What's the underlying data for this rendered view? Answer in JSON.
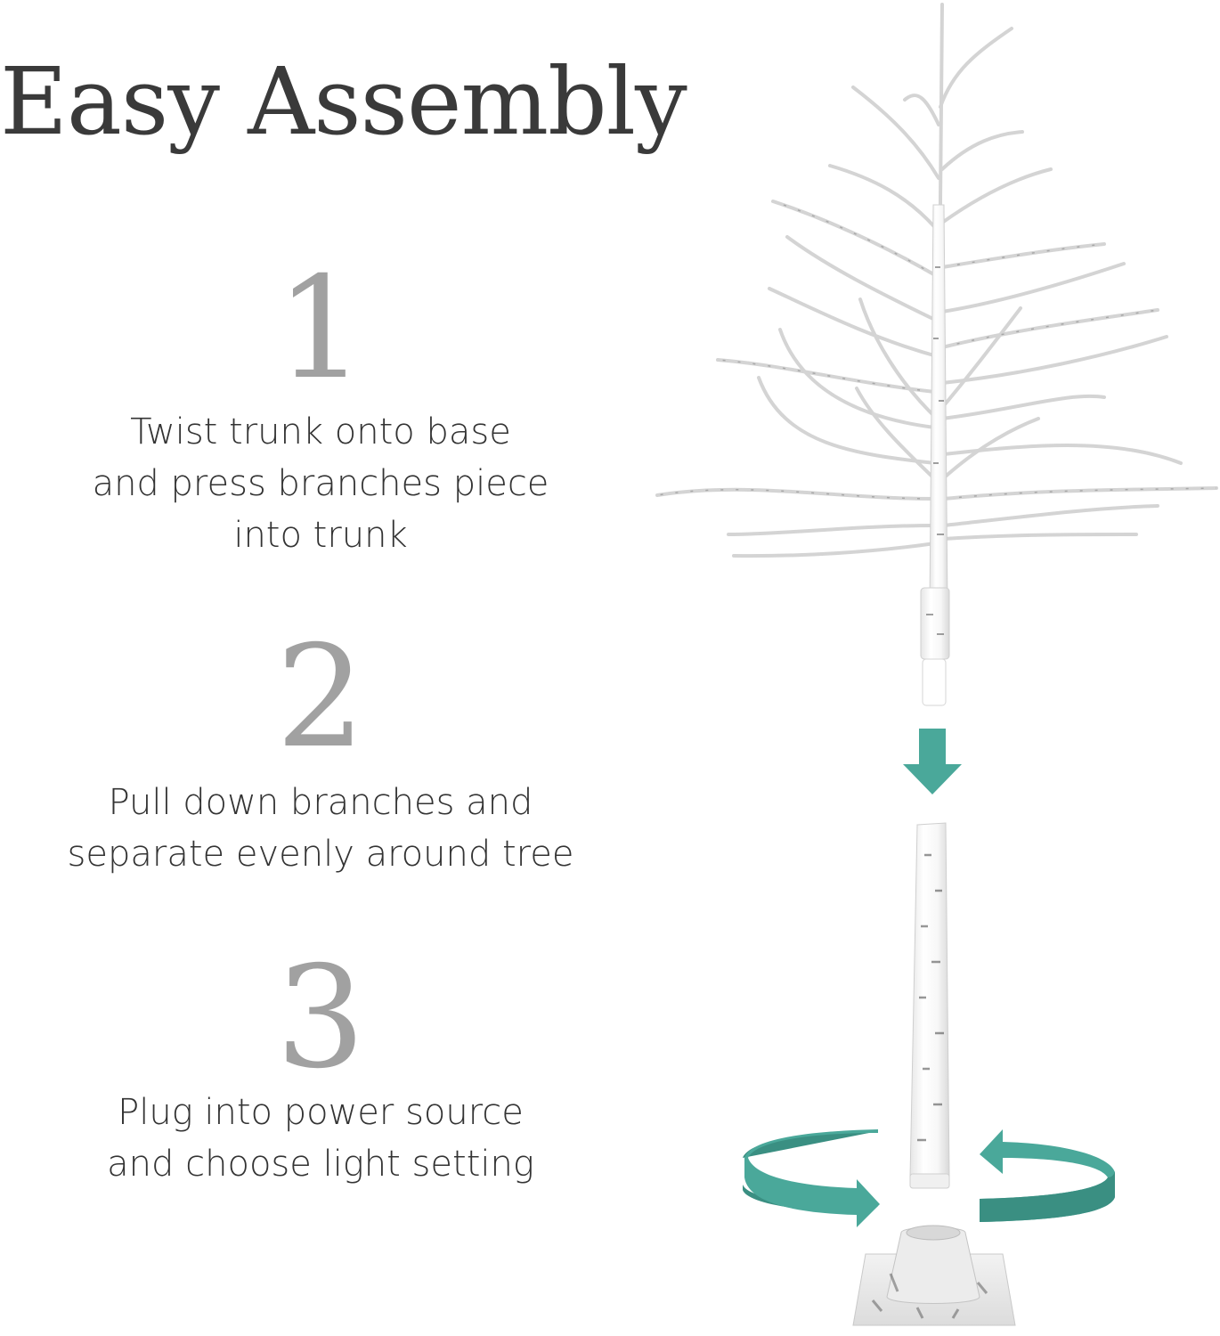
{
  "title": "Easy Assembly",
  "steps": [
    {
      "number": "1",
      "lines": [
        "Twist trunk onto base",
        "and press branches piece",
        "into trunk"
      ]
    },
    {
      "number": "2",
      "lines": [
        "Pull down branches and",
        "separate evenly around tree"
      ]
    },
    {
      "number": "3",
      "lines": [
        "Plug into power source",
        "and choose light setting"
      ]
    }
  ],
  "colors": {
    "arrow": "#4aa89a",
    "arrow_dark": "#3a8f82",
    "number": "#a1a1a1",
    "title": "#3a3a3a",
    "text": "#333333"
  },
  "icons": {
    "down_arrow": "arrow-down-icon",
    "rotate_arrows": "rotate-arrows-icon"
  }
}
